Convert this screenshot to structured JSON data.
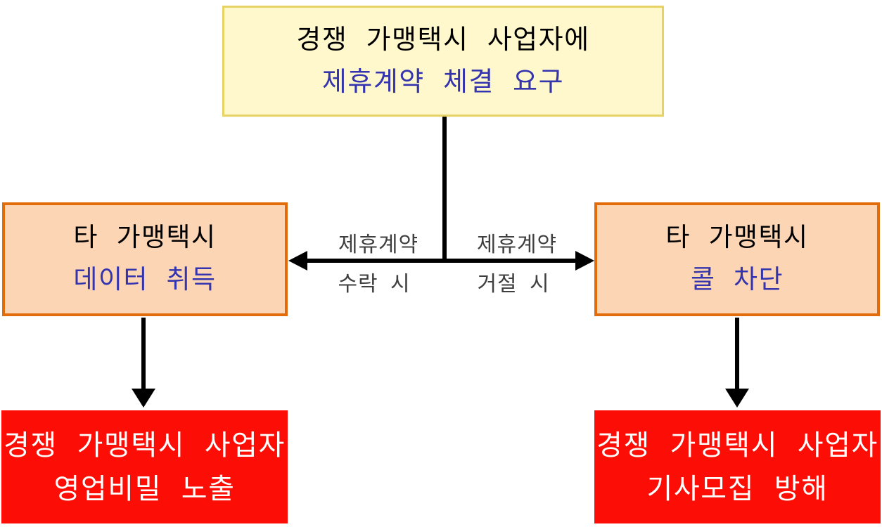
{
  "diagram": {
    "title_semantic": "franchise-taxi-alliance-contract-flowchart",
    "top_box": {
      "line1": "경쟁 가맹택시 사업자에",
      "line2": "제휴계약 체결 요구"
    },
    "mid_left_box": {
      "line1": "타 가맹택시",
      "line2": "데이터 취득"
    },
    "mid_right_box": {
      "line1": "타 가맹택시",
      "line2": "콜 차단"
    },
    "left_edge_label": {
      "line1": "제휴계약",
      "line2": "수락 시"
    },
    "right_edge_label": {
      "line1": "제휴계약",
      "line2": "거절 시"
    },
    "bottom_left_box": {
      "line1": "경쟁 가맹택시 사업자",
      "line2": "영업비밀 노출"
    },
    "bottom_right_box": {
      "line1": "경쟁 가맹택시 사업자",
      "line2": "기사모집 방해"
    },
    "colors": {
      "top_box_fill": "#FFF8CC",
      "top_box_border": "#E9D264",
      "mid_box_fill": "#FCD5B4",
      "mid_box_border": "#E36C0A",
      "bottom_box_fill": "#FC0D06",
      "bottom_box_text": "#FFFFFF",
      "emphasis_text": "#3434AE",
      "primary_text": "#000000",
      "edge_label_text": "#3F3F3F",
      "connector": "#000000",
      "background": "#FFFFFF"
    }
  }
}
